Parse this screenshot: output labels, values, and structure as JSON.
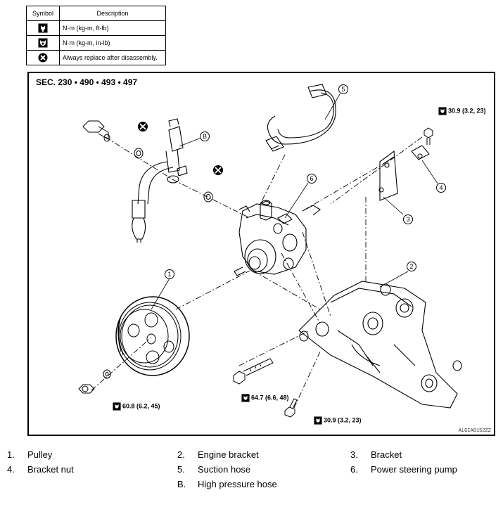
{
  "legend": {
    "headers": {
      "symbol": "Symbol",
      "description": "Description"
    },
    "rows": [
      {
        "icon": "torque-wrench-icon",
        "description": "N·m (kg-m, ft-lb)"
      },
      {
        "icon": "torque-wrench-fine-icon",
        "description": "N·m (kg-m, in-lb)"
      },
      {
        "icon": "always-replace-icon",
        "description": "Always replace after disassembly."
      }
    ]
  },
  "diagram": {
    "section": "SEC. 230 • 490 • 493 • 497",
    "ref_code": "ALGIA0152ZZ",
    "callouts": [
      "1",
      "2",
      "3",
      "4",
      "5",
      "6",
      "B"
    ],
    "torques": [
      {
        "value": "30.9 (3.2, 23)"
      },
      {
        "value": "60.8 (6.2, 45)"
      },
      {
        "value": "64.7 (6.6, 48)"
      },
      {
        "value": "30.9 (3.2, 23)"
      }
    ]
  },
  "parts": [
    {
      "num": "1.",
      "name": "Pulley"
    },
    {
      "num": "2.",
      "name": "Engine bracket"
    },
    {
      "num": "3.",
      "name": "Bracket"
    },
    {
      "num": "4.",
      "name": "Bracket nut"
    },
    {
      "num": "5.",
      "name": "Suction hose"
    },
    {
      "num": "6.",
      "name": "Power steering pump"
    },
    {
      "num": "B.",
      "name": "High pressure hose"
    }
  ]
}
